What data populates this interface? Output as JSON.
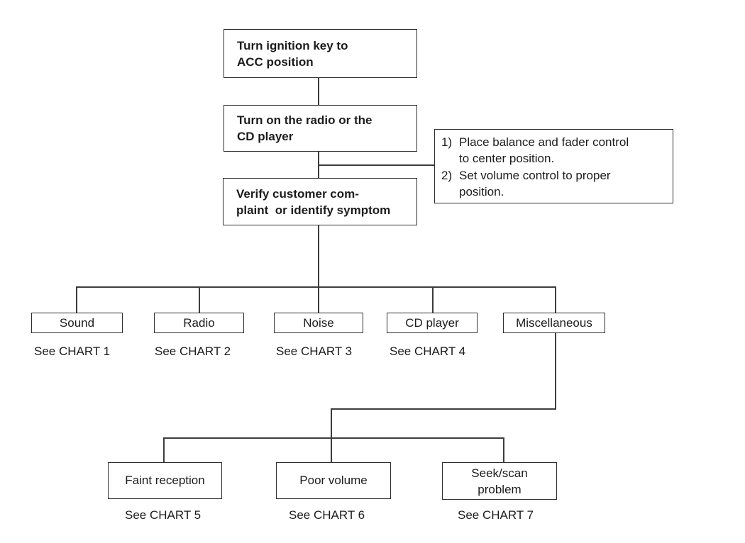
{
  "flowchart": {
    "steps": {
      "step1": {
        "line1": "Turn ignition key to",
        "line2": "ACC position"
      },
      "step2": {
        "line1": "Turn on the radio or the",
        "line2": "CD player"
      },
      "step3": {
        "line1": "Verify customer com-",
        "line2": "plaint  or identify symptom"
      }
    },
    "note": {
      "item1": {
        "num": "1)",
        "line1": "Place balance and fader control",
        "line2": "to center position."
      },
      "item2": {
        "num": "2)",
        "line1": "Set volume control to proper",
        "line2": "position."
      }
    },
    "categories": [
      {
        "label": "Sound",
        "ref": "See CHART 1"
      },
      {
        "label": "Radio",
        "ref": "See CHART 2"
      },
      {
        "label": "Noise",
        "ref": "See CHART 3"
      },
      {
        "label": "CD player",
        "ref": "See CHART 4"
      },
      {
        "label": "Miscellaneous"
      }
    ],
    "misc_branches": [
      {
        "label": "Faint reception",
        "ref": "See CHART 5"
      },
      {
        "label": "Poor volume",
        "ref": "See CHART 6"
      },
      {
        "label_line1": "Seek/scan",
        "label_line2": "problem",
        "ref": "See CHART 7"
      }
    ],
    "colors": {
      "background": "#ffffff",
      "box_border": "#2e2e2e",
      "connector": "#3d3d3d",
      "text": "#1c1c1c"
    }
  }
}
